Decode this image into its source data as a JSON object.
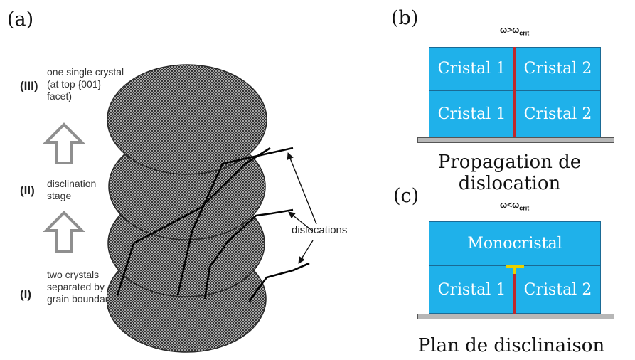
{
  "panel_a": {
    "letter": "(a)",
    "stages": [
      {
        "roman": "(III)",
        "text": "one single crystal (at top {001} facet)"
      },
      {
        "roman": "(II)",
        "text": "disclination stage"
      },
      {
        "roman": "(I)",
        "text": "two crystals separated by grain boundary"
      }
    ],
    "dislocations_label": "dislocations"
  },
  "panel_b": {
    "letter": "(b)",
    "condition_symbol": "ω>ω",
    "condition_sub": "crit",
    "top_row": [
      "Cristal 1",
      "Cristal 2"
    ],
    "bottom_row": [
      "Cristal 1",
      "Cristal 2"
    ],
    "caption": "Propagation de dislocation"
  },
  "panel_c": {
    "letter": "(c)",
    "condition_symbol": "ω<ω",
    "condition_sub": "crit",
    "top_block": "Monocristal",
    "bottom_row": [
      "Cristal 1",
      "Cristal 2"
    ],
    "caption": "Plan de disclinaison"
  },
  "colors": {
    "crystal_fill": "#1fb1ea",
    "boundary_line": "#c0282b",
    "disclination_mark": "#e8d000",
    "substrate": "#b7b7b7"
  }
}
